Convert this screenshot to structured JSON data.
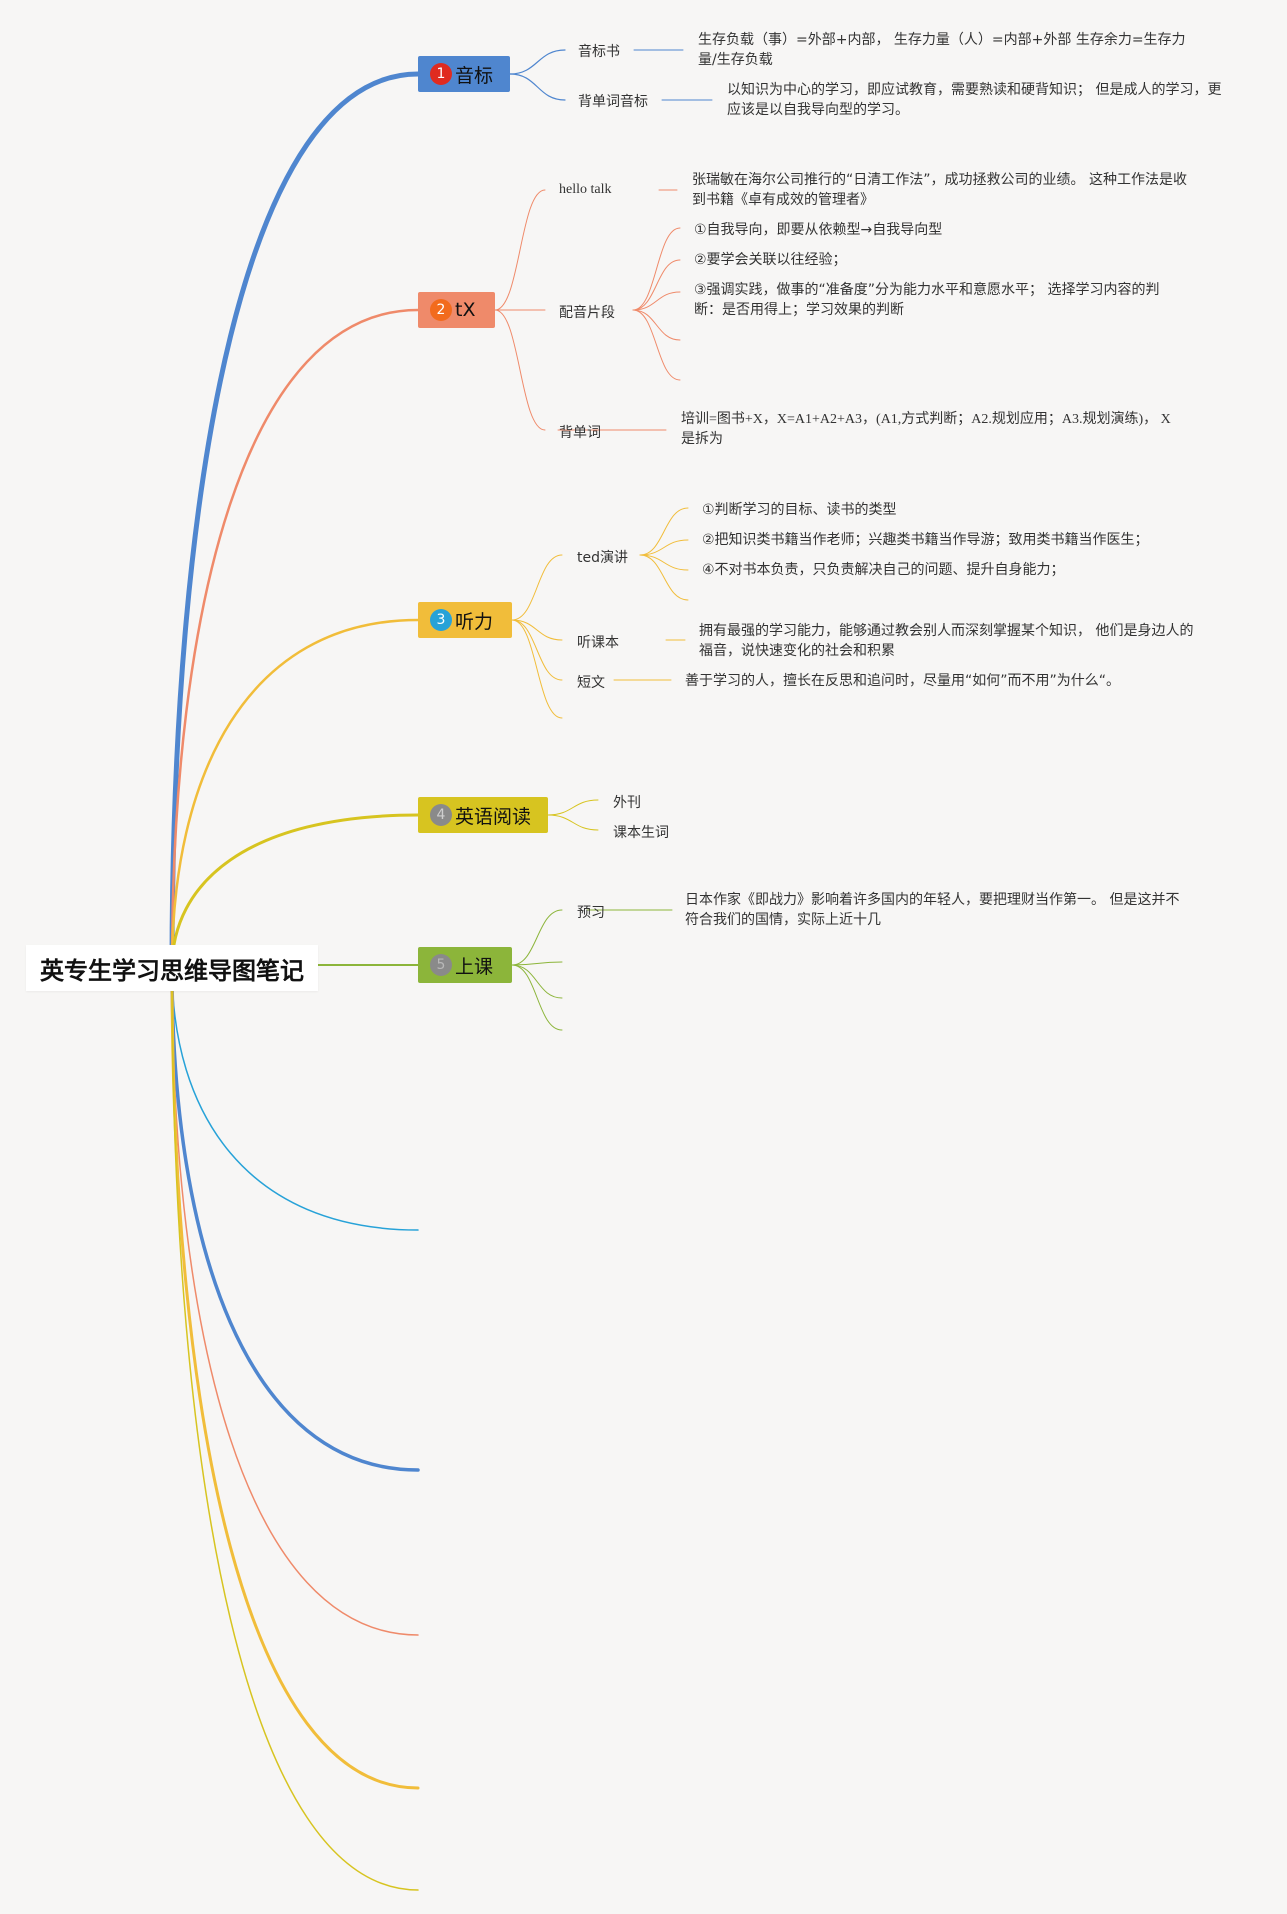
{
  "title": "英专生学习思维导图笔记",
  "colors": {
    "blue": "#4f86cf",
    "salmon": "#ef8a6a",
    "yellow": "#f1bd3a",
    "olive": "#d7c420",
    "green": "#8cb53a",
    "cyan": "#27a2d8",
    "background": "#f7f6f5"
  },
  "branches": [
    {
      "label": "音标",
      "number": "1",
      "color": "#4f86cf",
      "badge_color": "#e02b20",
      "children": [
        {
          "label": "音标书",
          "note": "生存负载（事）=外部+内部， 生存力量（人）=内部+外部 生存余力=生存力量/生存负载"
        },
        {
          "label": "背单词音标",
          "note": "以知识为中心的学习，即应试教育，需要熟读和硬背知识； 但是成人的学习，更应该是以自我导向型的学习。"
        }
      ]
    },
    {
      "label": "tX",
      "number": "2",
      "color": "#ef8a6a",
      "badge_color": "#f26b1d",
      "children": [
        {
          "label": "hello talk",
          "note": "张瑞敏在海尔公司推行的“日清工作法”，成功拯救公司的业绩。 这种工作法是收到书籍《卓有成效的管理者》"
        },
        {
          "label": "配音片段",
          "items": [
            "①自我导向，即要从依赖型→自我导向型",
            "②要学会关联以往经验；",
            "③强调实践，做事的“准备度”分为能力水平和意愿水平； 选择学习内容的判断：是否用得上；学习效果的判断"
          ]
        },
        {
          "label": "背单词",
          "note": "培训=图书+X，X=A1+A2+A3，(A1,方式判断；A2.规划应用；A3.规划演练)， X是拆为"
        }
      ]
    },
    {
      "label": "听力",
      "number": "3",
      "color": "#f1bd3a",
      "badge_color": "#27a2d8",
      "children": [
        {
          "label": "ted演讲",
          "items": [
            "①判断学习的目标、读书的类型",
            "②把知识类书籍当作老师；兴趣类书籍当作导游；致用类书籍当作医生；",
            "④不对书本负责，只负责解决自己的问题、提升自身能力；"
          ]
        },
        {
          "label": "听课本",
          "note": "拥有最强的学习能力，能够通过教会别人而深刻掌握某个知识， 他们是身边人的福音，说快速变化的社会和积累"
        },
        {
          "label": "短文",
          "note": "善于学习的人，擅长在反思和追问时，尽量用“如何”而不用”为什么“。"
        }
      ]
    },
    {
      "label": "英语阅读",
      "number": "4",
      "color": "#d7c420",
      "badge_color": "#8a8a8a",
      "children": [
        {
          "label": "外刊"
        },
        {
          "label": "课本生词"
        }
      ]
    },
    {
      "label": "上课",
      "number": "5",
      "color": "#8cb53a",
      "badge_color": "#8a8a8a",
      "children": [
        {
          "label": "预习",
          "note": "日本作家《即战力》影响着许多国内的年轻人，要把理财当作第一。 但是这并不符合我们的国情，实际上近十几"
        }
      ]
    }
  ]
}
